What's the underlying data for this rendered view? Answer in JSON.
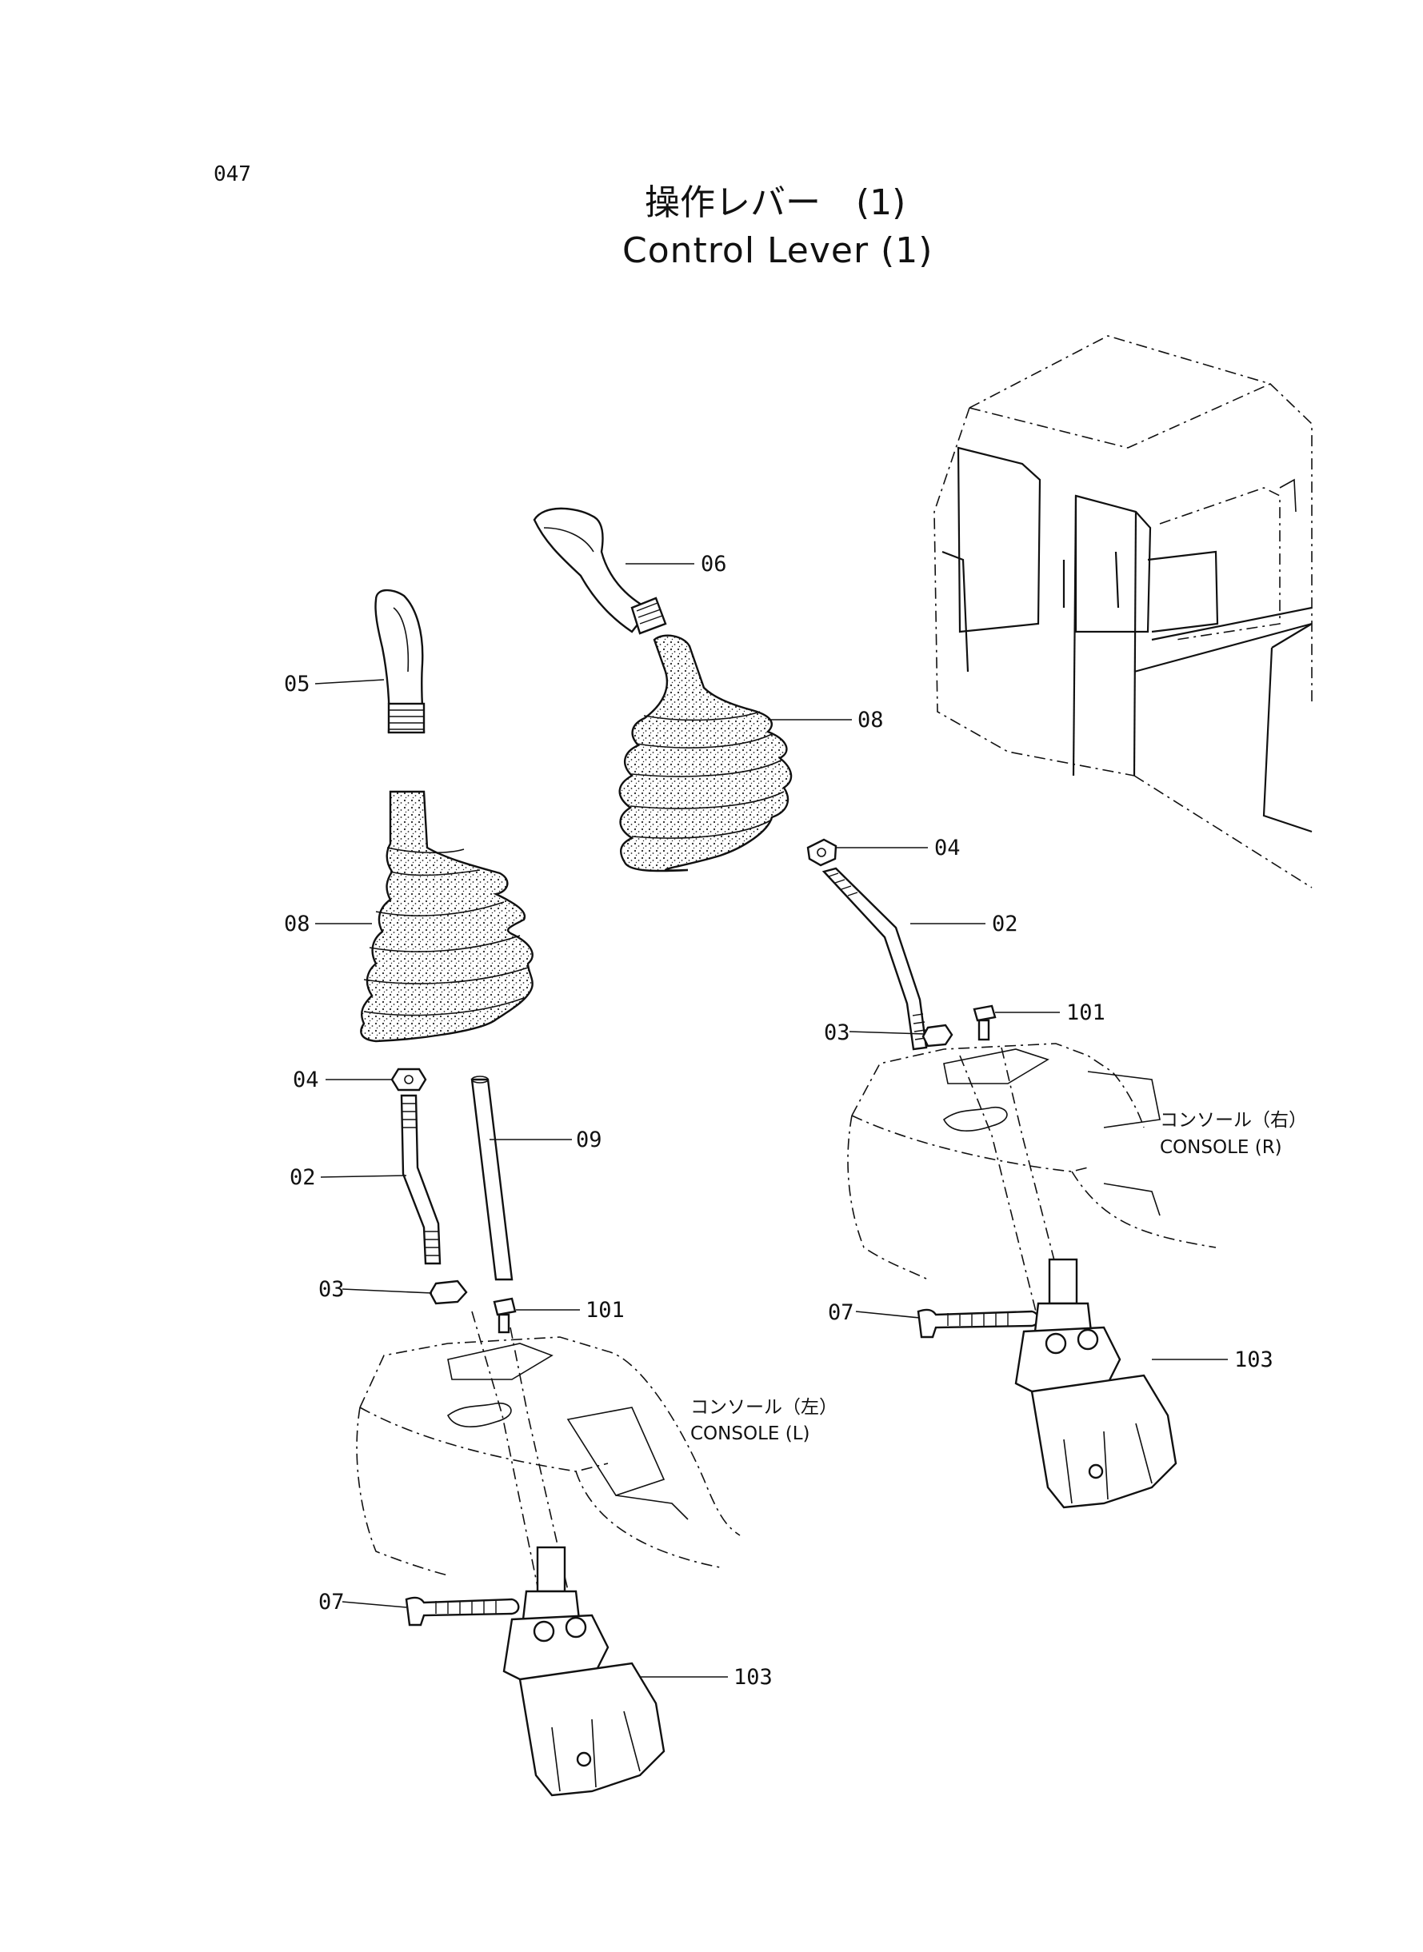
{
  "page": {
    "number": "047"
  },
  "title": {
    "jp": "操作レバー　(1)",
    "en": "Control Lever (1)"
  },
  "callouts": {
    "left": {
      "knob": "05",
      "boot": "08",
      "nut_top": "04",
      "lever": "02",
      "pipe": "09",
      "nut_bottom": "03",
      "bolt": "101",
      "band": "07",
      "valve": "103"
    },
    "right": {
      "knob": "06",
      "boot": "08",
      "nut_top": "04",
      "lever": "02",
      "nut_bottom": "03",
      "bolt": "101",
      "band": "07",
      "valve": "103"
    }
  },
  "consoles": {
    "left": {
      "jp": "コンソール（左）",
      "en": "CONSOLE (L)"
    },
    "right": {
      "jp": "コンソール（右）",
      "en": "CONSOLE (R)"
    }
  }
}
